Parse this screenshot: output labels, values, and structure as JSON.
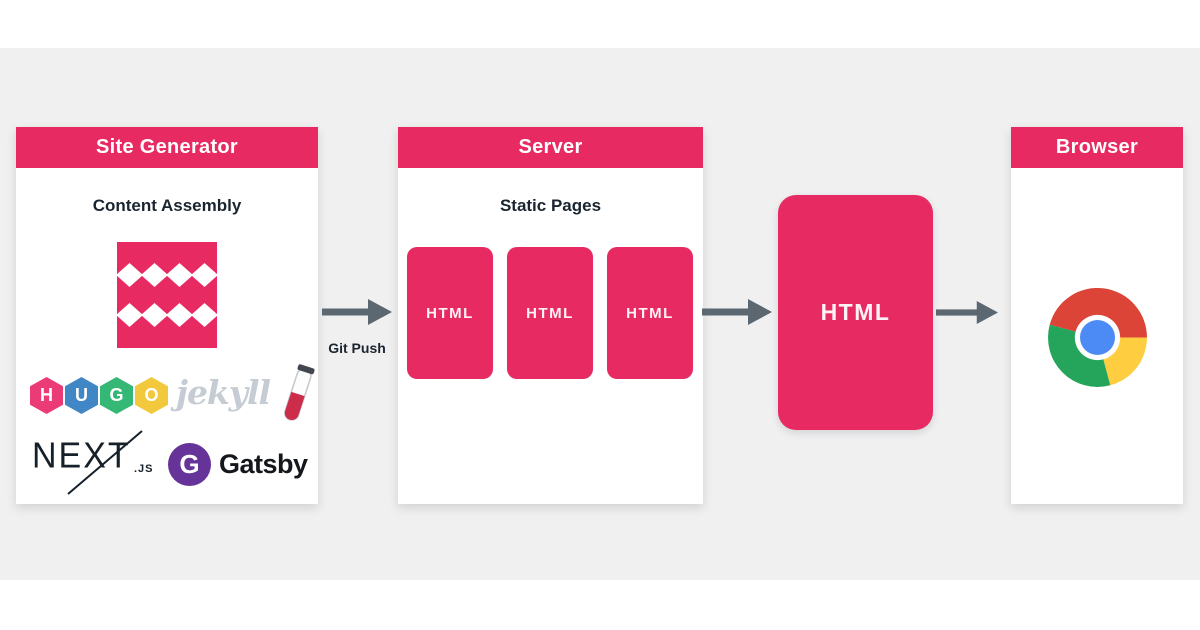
{
  "colors": {
    "accent_pink": "#e82a63",
    "background_band": "#f0f0f1",
    "arrow_gray": "#5b6771",
    "text_dark": "#1b2530",
    "hugo_h": "#eb3b77",
    "hugo_u": "#4287c5",
    "hugo_g": "#35b775",
    "hugo_o": "#f2c83d",
    "gatsby_purple": "#663399",
    "jekyll_script_gray": "#c6ccd3",
    "jekyll_liquid_red": "#cc2d4a",
    "chrome_red": "#db4437",
    "chrome_yellow": "#ffcd40",
    "chrome_green": "#25a55b",
    "chrome_blue": "#4c8bf5"
  },
  "site_generator": {
    "title": "Site Generator",
    "subtitle": "Content Assembly",
    "content_icon": "zigzag-content-icon",
    "logos": {
      "hugo": {
        "icon": "hugo-logo",
        "letters": [
          "H",
          "U",
          "G",
          "O"
        ]
      },
      "jekyll": {
        "icon": "jekyll-logo",
        "text": "jekyll"
      },
      "nextjs": {
        "icon": "nextjs-logo",
        "text": "NEXT",
        "suffix": ".JS"
      },
      "gatsby": {
        "icon": "gatsby-logo",
        "initial": "G",
        "text": "Gatsby"
      }
    }
  },
  "flow": {
    "git_push_label": "Git Push",
    "arrow_icons": [
      "git-push-arrow-icon",
      "server-to-html-arrow-icon",
      "html-to-browser-arrow-icon"
    ]
  },
  "server": {
    "title": "Server",
    "subtitle": "Static Pages",
    "pages": [
      "HTML",
      "HTML",
      "HTML"
    ]
  },
  "html_box": {
    "label": "HTML"
  },
  "browser": {
    "title": "Browser",
    "icon": "chrome-icon"
  }
}
